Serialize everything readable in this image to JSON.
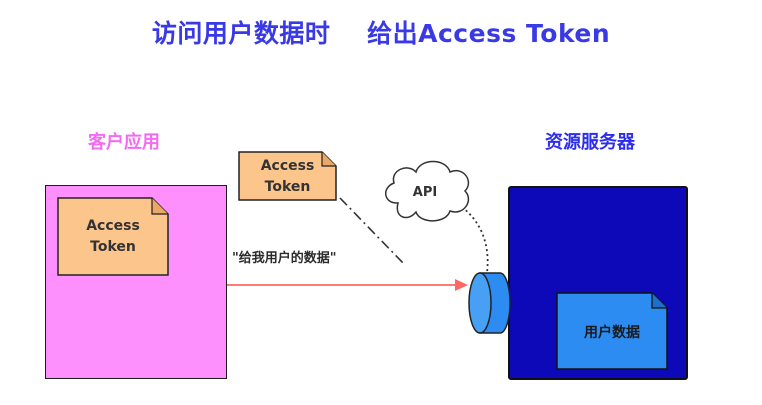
{
  "title": "访问用户数据时    给出Access Token",
  "client": {
    "label": "客户应用"
  },
  "server": {
    "label": "资源服务器"
  },
  "client_token": {
    "line1": "Access",
    "line2": "Token"
  },
  "floating_token": {
    "line1": "Access",
    "line2": "Token"
  },
  "api_cloud": {
    "label": "API"
  },
  "request": {
    "label": "\"给我用户的数据\""
  },
  "user_data": {
    "label": "用户数据"
  },
  "colors": {
    "title": "#3a39e6",
    "client_label": "#f26bf2",
    "client_box": "#fd90fd",
    "server_label": "#2d2df0",
    "server_box": "#0d09b8",
    "token_doc": "#fbc58c",
    "user_data_doc": "#2c8cf2",
    "arrow": "#ff6666",
    "connector": "#2c8cf2"
  }
}
